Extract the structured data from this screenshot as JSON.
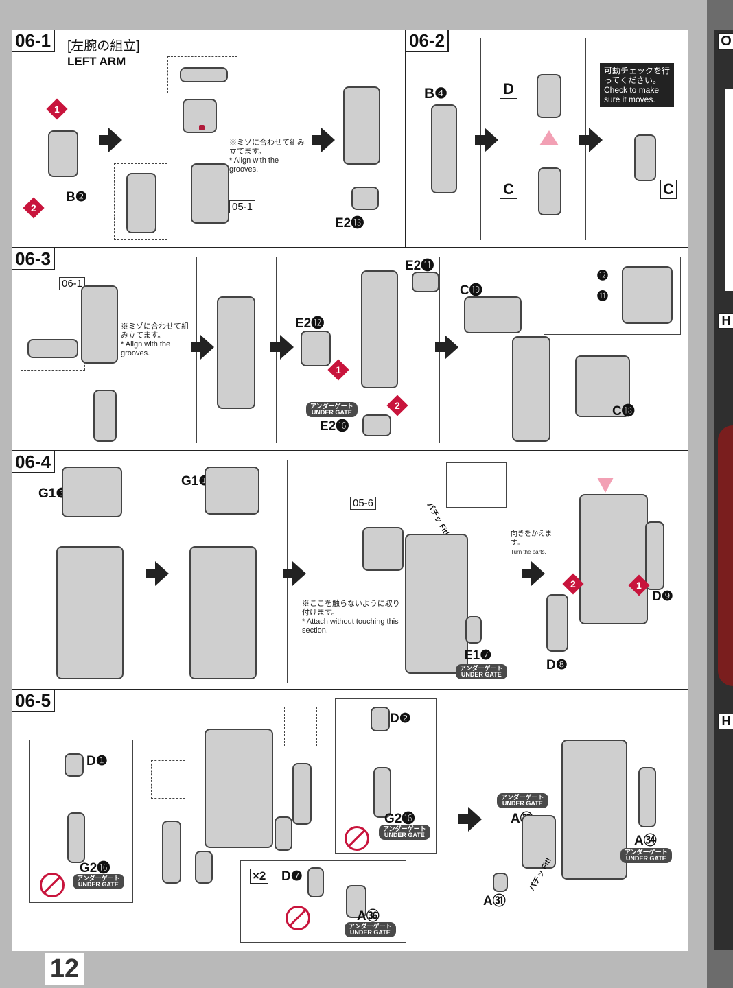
{
  "page_number": "12",
  "steps": {
    "s061": {
      "id": "06-1",
      "title_jp": "[左腕の組立]",
      "title_en": "LEFT ARM",
      "part_b2": "B❷",
      "ref_05_1": "05-1",
      "note_jp": "※ミゾに合わせて組み立てます。",
      "note_en": "* Align with the grooves.",
      "part_e213": "E2⓭",
      "num1": "1",
      "num2": "2"
    },
    "s062": {
      "id": "06-2",
      "part_b4": "B❹",
      "part_d": "D",
      "part_c": "C",
      "part_c2": "C",
      "check_jp": "可動チェックを行ってください。",
      "check_en": "Check to make sure it moves."
    },
    "s063": {
      "id": "06-3",
      "ref_06_1": "06-1",
      "note_jp": "※ミゾに合わせて組み立てます。",
      "note_en": "* Align with the grooves.",
      "part_e212": "E2⓬",
      "part_e211": "E2⓫",
      "part_e216": "E2⓰",
      "gate_jp": "アンダーゲート",
      "gate_en": "UNDER GATE",
      "part_c19": "C⓳",
      "part_c18": "C⓲",
      "inset_12": "⓬",
      "inset_11": "⓫",
      "num1": "1",
      "num2": "2"
    },
    "s064": {
      "id": "06-4",
      "part_g13": "G1❸",
      "part_g11": "G1❶",
      "ref_05_6": "05-6",
      "fit_jp": "パチッ",
      "fit_en": "Fit!",
      "note_jp": "※ここを触らないように取り付けます。",
      "note_en": "* Attach without touching this section.",
      "part_e17": "E1❼",
      "gate_jp": "アンダーゲート",
      "gate_en": "UNDER GATE",
      "turn_jp": "向きをかえます。",
      "turn_en": "Turn the parts.",
      "part_d9": "D❾",
      "part_d8": "D❽",
      "num1": "1",
      "num2": "2"
    },
    "s065": {
      "id": "06-5",
      "part_d1": "D❶",
      "part_g216a": "G2⓰",
      "part_d2": "D❷",
      "part_g216b": "G2⓰",
      "x2": "×2",
      "part_d7": "D❼",
      "part_a36": "A㊱",
      "part_a32": "A㉜",
      "part_a34": "A㉞",
      "part_a31": "A㉛",
      "fit_jp": "パチッ",
      "fit_en": "Fit!",
      "gate_jp": "アンダーゲート",
      "gate_en": "UNDER GATE"
    }
  },
  "right_strip": {
    "label_top": "O",
    "label_mid": "H",
    "label_low": "H"
  },
  "colors": {
    "accent_red": "#c8143c",
    "part_gray": "#cfcfcf",
    "line": "#222222"
  }
}
